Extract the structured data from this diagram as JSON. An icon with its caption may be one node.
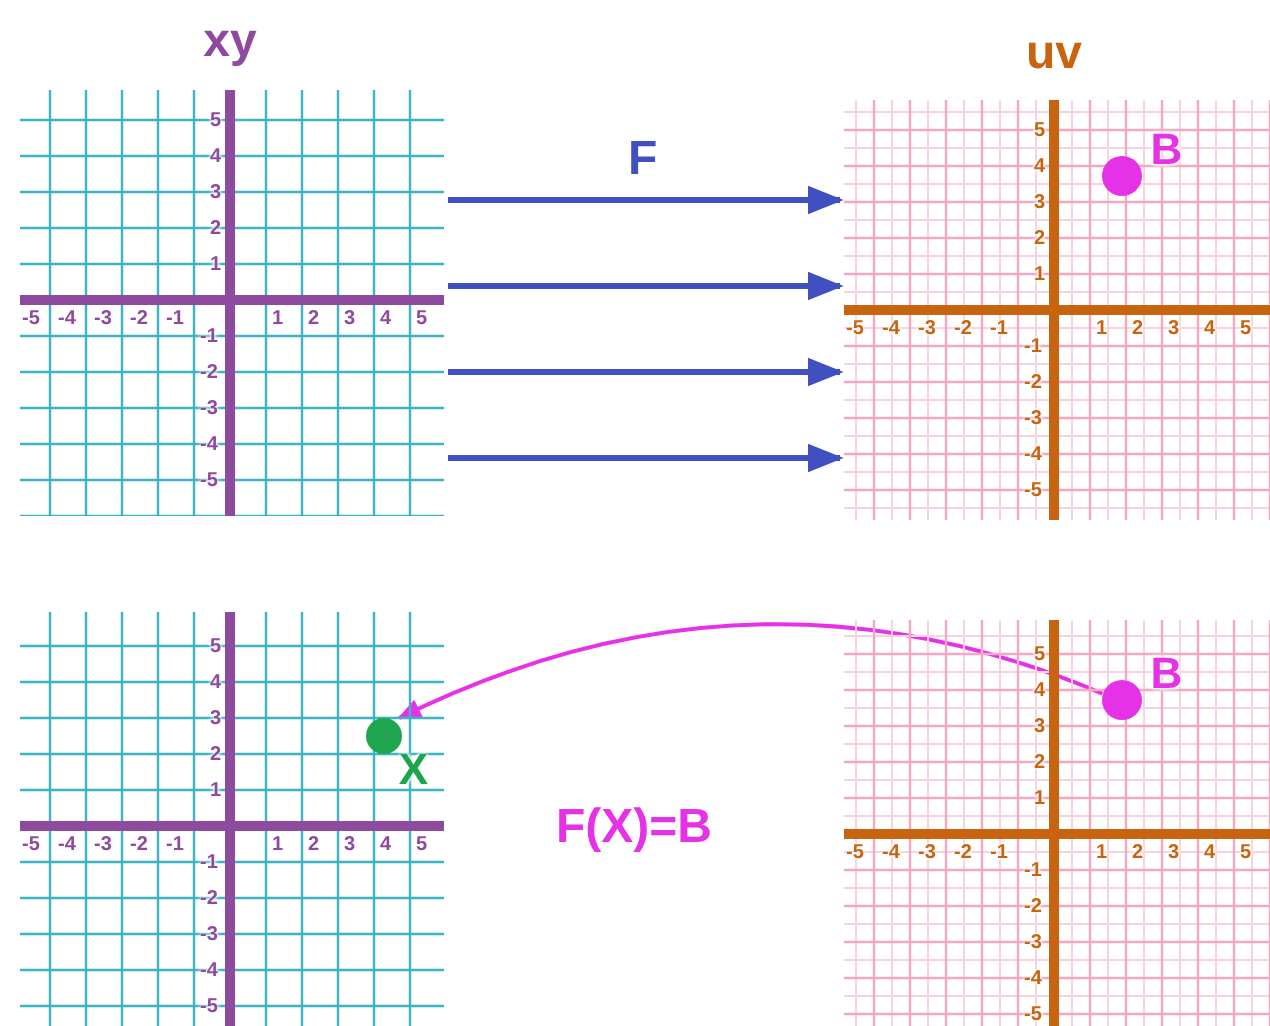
{
  "diagram": {
    "nodes": [
      {
        "text": [
          "xy"
        ]
      },
      {
        "text": [
          "uv"
        ]
      },
      {
        "text": [
          "B"
        ],
        "in": 1
      },
      {
        "text": [],
        "shape": "grid"
      },
      {
        "text": [
          "X"
        ],
        "in": 3
      },
      {
        "text": [],
        "shape": "grid"
      },
      {
        "text": [
          "B"
        ],
        "in": 5
      }
    ],
    "edges": [
      {
        "from": 0,
        "to": 1,
        "arrow": "to",
        "label": "F"
      },
      {
        "from": 0,
        "to": 1,
        "arrow": "to"
      },
      {
        "from": 0,
        "to": 1,
        "arrow": "to"
      },
      {
        "from": 0,
        "to": 1,
        "arrow": "to"
      },
      {
        "from": 6,
        "to": 4,
        "arrow": "to",
        "color": "#e632e6"
      }
    ],
    "labels": [
      "5",
      "4",
      "3",
      "2",
      "1",
      "-5",
      "-4",
      "-3",
      "-2",
      "-1",
      "1",
      "2",
      "3",
      "4",
      "5",
      "-1",
      "-2",
      "-3",
      "-4",
      "-5",
      "5",
      "4",
      "3",
      "2",
      "1",
      "-5",
      "-4",
      "-3",
      "-2",
      "-1",
      "1",
      "2",
      "3",
      "4",
      "5",
      "-1",
      "-2",
      "-3",
      "-4",
      "-5",
      "5",
      "4",
      "3",
      "2",
      "1",
      "-5",
      "-4",
      "-3",
      "-2",
      "-1",
      "1",
      "2",
      "3",
      "4",
      "5",
      "-1",
      "-2",
      "-3",
      "-4",
      "-5",
      "5",
      "4",
      "3",
      "2",
      "1",
      "-5",
      "-4",
      "-3",
      "-2",
      "-1",
      "1",
      "2",
      "3",
      "4",
      "5",
      "-1",
      "-2",
      "-3",
      "-4",
      "-5",
      "F(X)=B"
    ]
  }
}
